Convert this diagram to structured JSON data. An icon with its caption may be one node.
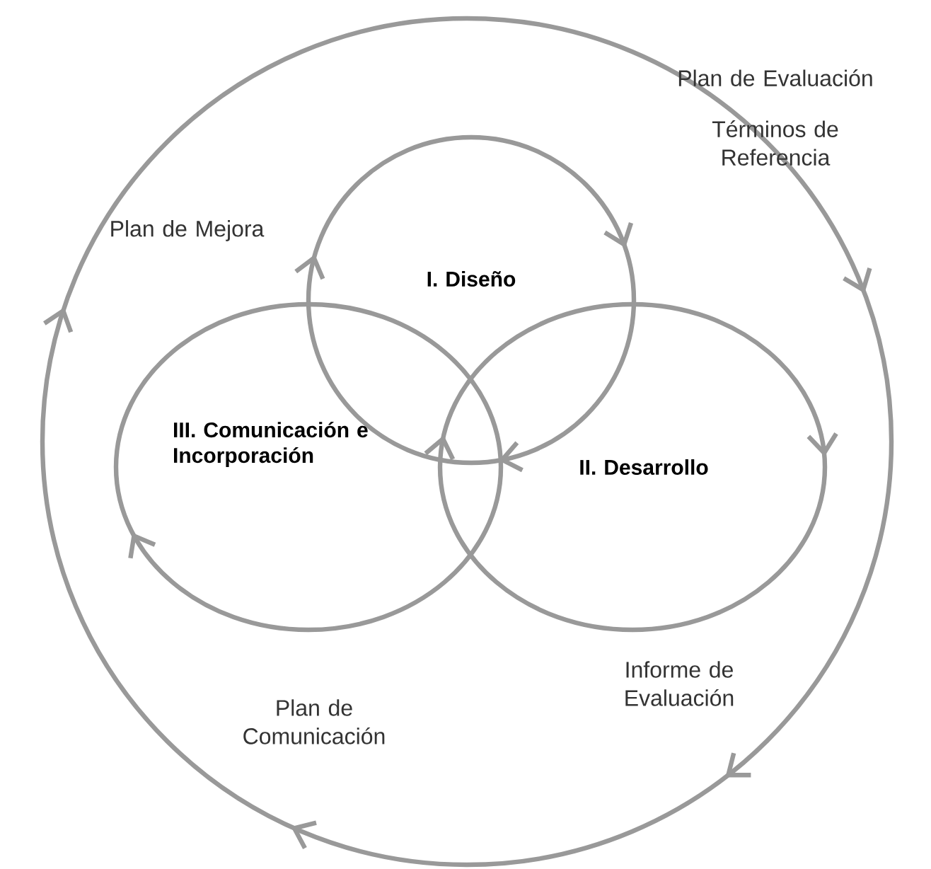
{
  "diagram": {
    "nodes": [
      {
        "text": [],
        "shape": "circle"
      },
      {
        "text": [
          "I. Diseño"
        ],
        "in": 0
      },
      {
        "text": [
          "III. Comunicación e Incorporación"
        ],
        "in": 0
      },
      {
        "text": [
          "II. Desarrollo"
        ],
        "in": 0
      }
    ],
    "labels": [
      "Plan de Evaluación",
      "Términos de Referencia",
      "Plan de Mejora",
      "Informe de Evaluación",
      "Plan de Comunicación"
    ]
  }
}
